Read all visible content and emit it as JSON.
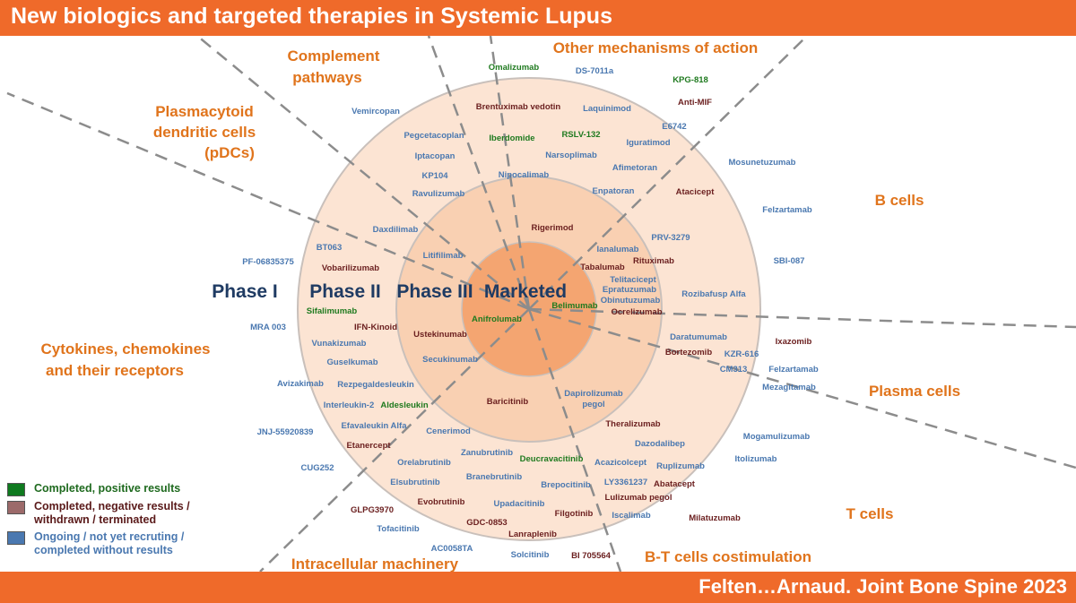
{
  "title": "New biologics and targeted therapies in Systemic Lupus",
  "citation": "Felten…Arnaud. Joint Bone Spine 2023",
  "colors": {
    "positive": "#1f7a1f",
    "negative": "#6b1f1f",
    "ongoing": "#4a78b0",
    "accent": "#ef6a2a",
    "ring_outer": "#fce4d3",
    "ring_mid": "#f9d0b2",
    "ring_core": "#f4a571"
  },
  "phases": {
    "phase1": "Phase I",
    "phase2": "Phase II",
    "phase3": "Phase III",
    "marketed": "Marketed"
  },
  "categories": {
    "complement_line1": "Complement",
    "complement_line2": "pathways",
    "other": "Other mechanisms of action",
    "pdc_line1": "Plasmacytoid",
    "pdc_line2": "dendritic cells",
    "pdc_line3": "(pDCs)",
    "bcells": "B cells",
    "cytokines_line1": "Cytokines, chemokines",
    "cytokines_line2": "and their receptors",
    "plasma": "Plasma cells",
    "tcells": "T cells",
    "costim": "B-T cells costimulation",
    "intracellular": "Intracellular machinery"
  },
  "legend": {
    "positive": "Completed, positive results",
    "negative_line1": "Completed, negative results /",
    "negative_line2": "withdrawn / terminated",
    "ongoing_line1": "Ongoing / not yet recruting /",
    "ongoing_line2": "completed without results"
  },
  "drugs": {
    "omalizumab": "Omalizumab",
    "ds7011a": "DS-7011a",
    "kpg818": "KPG-818",
    "antimif": "Anti-MIF",
    "brentuximab": "Brentuximab vedotin",
    "laquinimod": "Laquinimod",
    "e6742": "E6742",
    "vemircopan": "Vemircopan",
    "pegcetacoplan": "Pegcetacoplan",
    "iberdomide": "Iberdomide",
    "rslv132": "RSLV-132",
    "iguratimod": "Iguratimod",
    "iptacopan": "Iptacopan",
    "narsoplimab": "Narsoplimab",
    "kp104": "KP104",
    "nipocalimab": "Nipocalimab",
    "afimetoran": "Afimetoran",
    "mosunetuzumab": "Mosunetuzumab",
    "ravulizumab": "Ravulizumab",
    "enpatoran": "Enpatoran",
    "atacicept": "Atacicept",
    "felzartamab": "Felzartamab",
    "rigerimod": "Rigerimod",
    "daxdilimab": "Daxdilimab",
    "prv3279": "PRV-3279",
    "litifilimab": "Litifilimab",
    "ianalumab": "Ianalumab",
    "bt063": "BT063",
    "rituximab": "Rituximab",
    "pf06835375": "PF-06835375",
    "tabalumab": "Tabalumab",
    "sbi087": "SBI-087",
    "vobarilizumab": "Vobarilizumab",
    "telitacicept": "Telitacicept",
    "epratuzumab": "Epratuzumab",
    "obinutuzumab": "Obinutuzumab",
    "rozibafusp": "Rozibafusp Alfa",
    "sifalimumab": "Sifalimumab",
    "belimumab": "Belimumab",
    "ocrelizumab": "Ocrelizumab",
    "anifrolumab": "Anifrolumab",
    "ifnkinoid": "IFN-Kinoid",
    "mra003": "MRA 003",
    "ustekinumab": "Ustekinumab",
    "daratumumab": "Daratumumab",
    "ixazomib": "Ixazomib",
    "vunakizumab": "Vunakizumab",
    "bortezomib": "Bortezomib",
    "kzr616": "KZR-616",
    "guselkumab": "Guselkumab",
    "secukinumab": "Secukinumab",
    "cm313": "CM313",
    "felzartamab2": "Felzartamab",
    "avizakimab": "Avizakimab",
    "rezpegaldesleukin": "Rezpegaldesleukin",
    "mezagitamab": "Mezagitamab",
    "interleukin2": "Interleukin-2",
    "baricitinib": "Baricitinib",
    "dapirolizumab_line1": "Dapirolizumab",
    "dapirolizumab_line2": "pegol",
    "aldesleukin": "Aldesleukin",
    "efavaleukin": "Efavaleukin Alfa",
    "theralizumab": "Theralizumab",
    "jnj": "JNJ-55920839",
    "cenerimod": "Cenerimod",
    "dazodalibep": "Dazodalibep",
    "mogamulizumab": "Mogamulizumab",
    "etanercept": "Etanercept",
    "zanubrutinib": "Zanubrutinib",
    "deucravacitinib": "Deucravacitinib",
    "acazicolcept": "Acazicolcept",
    "ruplizumab": "Ruplizumab",
    "itolizumab": "Itolizumab",
    "cug252": "CUG252",
    "orelabrutinib": "Orelabrutinib",
    "branebrutinib": "Branebrutinib",
    "ly3361237": "LY3361237",
    "abatacept": "Abatacept",
    "elsubrutinib": "Elsubrutinib",
    "brepocitinib": "Brepocitinib",
    "evobrutinib": "Evobrutinib",
    "upadacitinib": "Upadacitinib",
    "lulizumab": "Lulizumab pegol",
    "glpg3970": "GLPG3970",
    "filgotinib": "Filgotinib",
    "iscalimab": "Iscalimab",
    "milatuzumab": "Milatuzumab",
    "gdc0853": "GDC-0853",
    "tofacitinib": "Tofacitinib",
    "lanraplenib": "Lanraplenib",
    "ac0058ta": "AC0058TA",
    "solcitinib": "Solcitinib",
    "bi705564": "BI 705564"
  }
}
